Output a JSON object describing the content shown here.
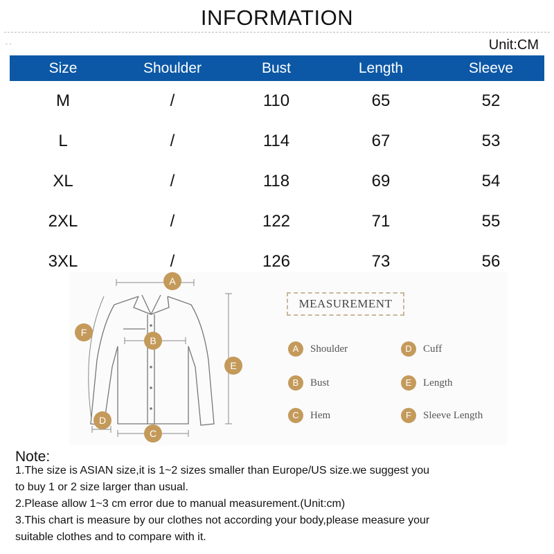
{
  "page": {
    "title": "INFORMATION",
    "unit": "Unit:CM"
  },
  "table": {
    "headers": [
      "Size",
      "Shoulder",
      "Bust",
      "Length",
      "Sleeve"
    ],
    "rows": [
      [
        "M",
        "/",
        "110",
        "65",
        "52"
      ],
      [
        "L",
        "/",
        "114",
        "67",
        "53"
      ],
      [
        "XL",
        "/",
        "118",
        "69",
        "54"
      ],
      [
        "2XL",
        "/",
        "122",
        "71",
        "55"
      ],
      [
        "3XL",
        "/",
        "126",
        "73",
        "56"
      ]
    ]
  },
  "measurement": {
    "title": "MEASUREMENT",
    "legend": [
      {
        "letter": "A",
        "label": "Shoulder"
      },
      {
        "letter": "B",
        "label": "Bust"
      },
      {
        "letter": "C",
        "label": "Hem"
      },
      {
        "letter": "D",
        "label": "Cuff"
      },
      {
        "letter": "E",
        "label": "Length"
      },
      {
        "letter": "F",
        "label": "Sleeve Length"
      }
    ],
    "badge_color": "#c49a5b"
  },
  "notes": {
    "title": "Note:",
    "lines": [
      "1.The size is ASIAN size,it is 1~2 sizes smaller than Europe/US size.we suggest you",
      "to buy 1 or 2 size larger than usual.",
      "2.Please allow 1~3 cm error due to manual measurement.(Unit:cm)",
      "3.This chart is measure by our clothes not according your body,please measure your",
      "suitable clothes and to compare with it."
    ]
  },
  "colors": {
    "header_bg": "#0c58a6",
    "header_text": "#ffffff"
  }
}
